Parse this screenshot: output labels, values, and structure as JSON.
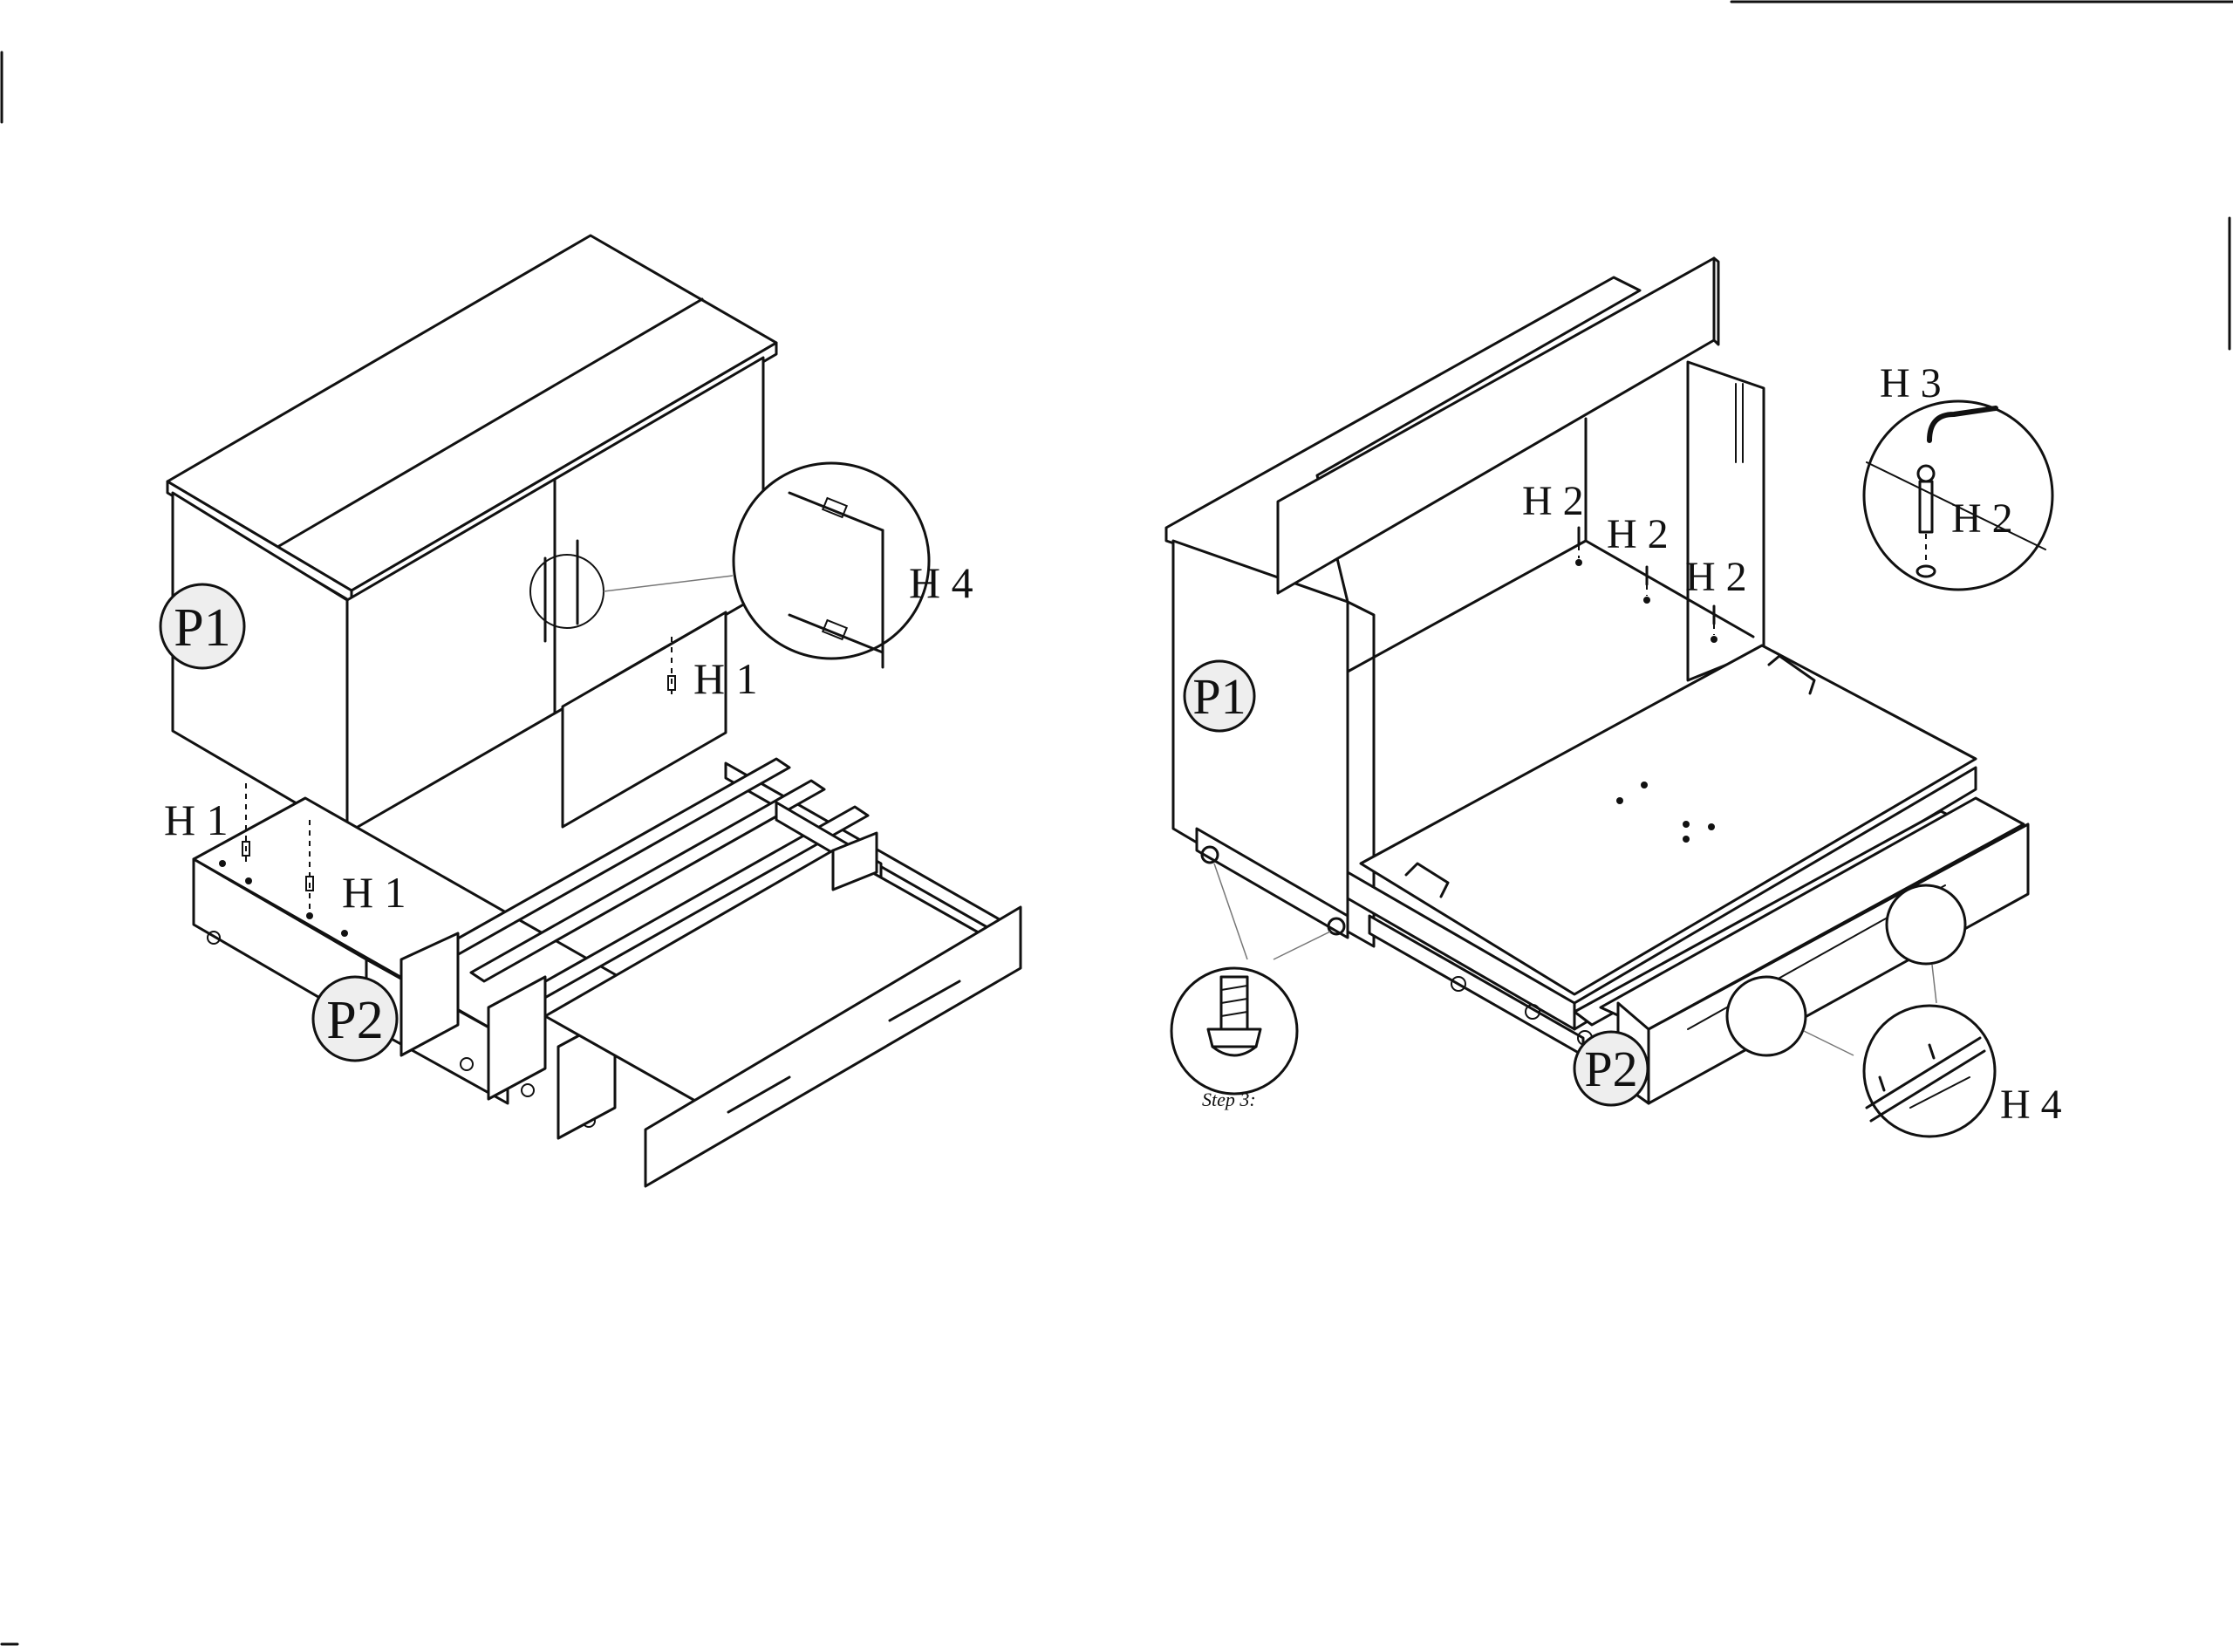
{
  "figure_left": {
    "labels": {
      "p1": "P1",
      "p2": "P2",
      "h1_back": "H 1",
      "h1_left": "H 1",
      "h1_front": "H 1",
      "h4": "H 4"
    }
  },
  "figure_right": {
    "labels": {
      "p1": "P1",
      "p2": "P2",
      "h3": "H 3",
      "h2_callout": "H 2",
      "h2_a": "H 2",
      "h2_b": "H 2",
      "h2_c": "H 2",
      "h4": "H 4"
    },
    "step_caption": "Step 3:"
  }
}
